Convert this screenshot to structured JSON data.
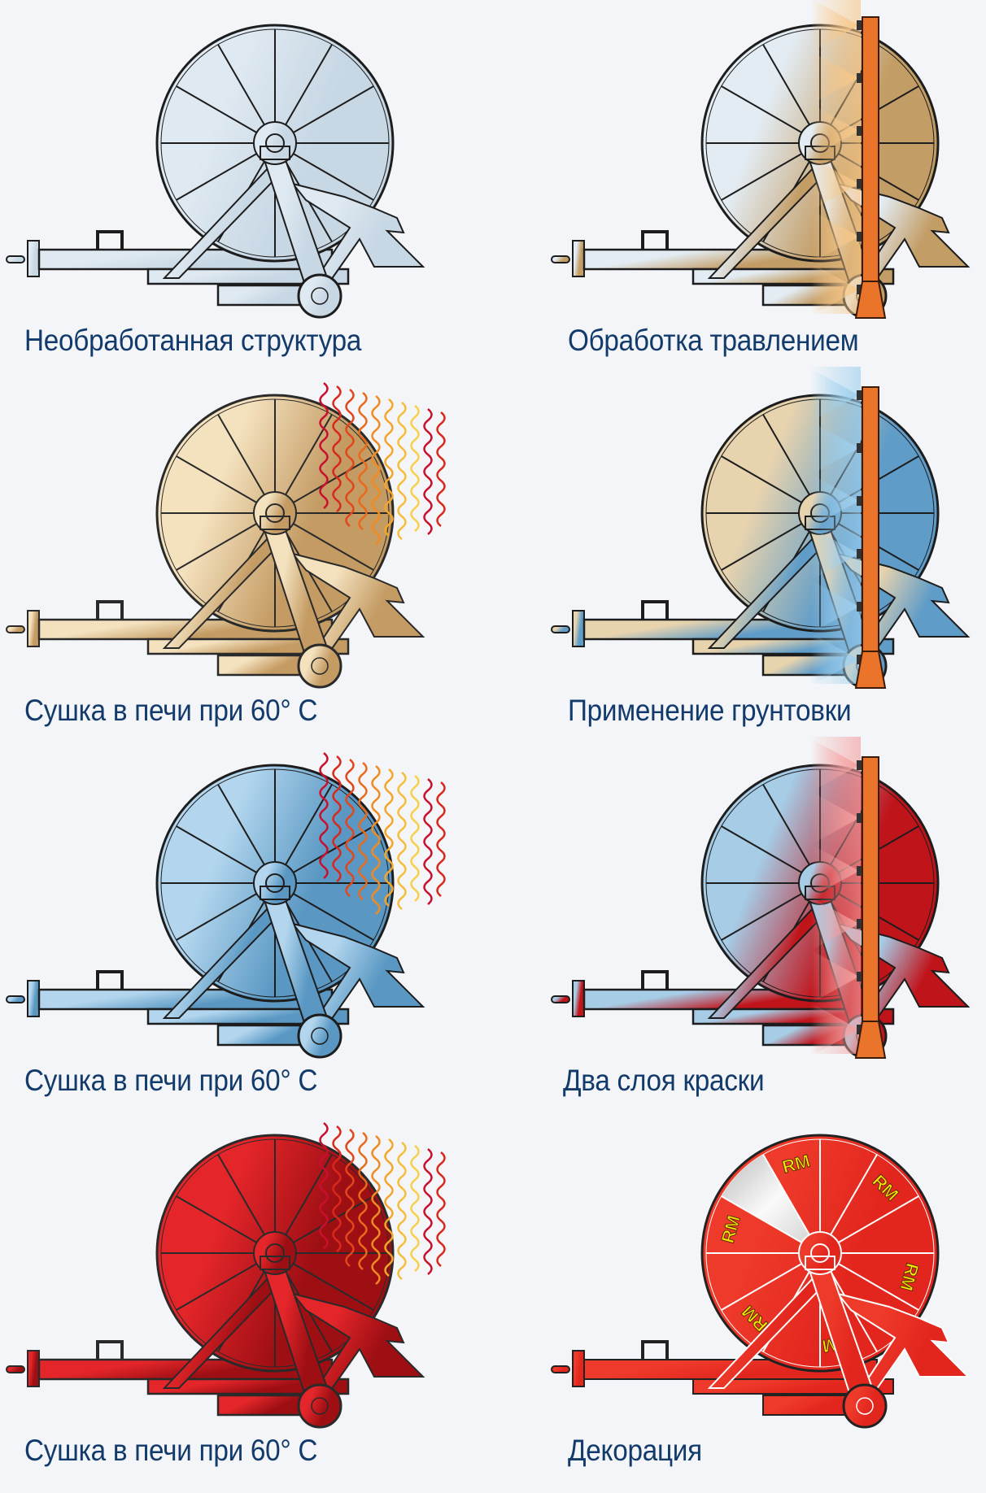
{
  "steps": [
    {
      "caption": "Необработанная структура",
      "reel_color": "#dfe9f1",
      "reel_color_2": "#c7d7e4",
      "stroke": "#1d1d1d",
      "effect": "none"
    },
    {
      "caption": "Обработка травлением",
      "reel_color": "#e3ecf3",
      "reel_color_2": "#c39d66",
      "stroke": "#1d1d1d",
      "effect": "spray",
      "spray_color": "#f7c88a"
    },
    {
      "caption": "Сушка в печи при 60° C",
      "reel_color": "#f4e2bf",
      "reel_color_2": "#c49b63",
      "stroke": "#2a2a2a",
      "effect": "heat"
    },
    {
      "caption": "Применение грунтовки",
      "reel_color": "#e7d3ae",
      "reel_color_2": "#5f9cc8",
      "stroke": "#1d1d1d",
      "effect": "spray",
      "spray_color": "#9fd0ef"
    },
    {
      "caption": "Сушка в печи при 60° C",
      "reel_color": "#b3d6ee",
      "reel_color_2": "#5a98c3",
      "stroke": "#1d1d1d",
      "effect": "heat"
    },
    {
      "caption": "Два слоя краски",
      "reel_color": "#a6cce6",
      "reel_color_2": "#c0141b",
      "stroke": "#1d1d1d",
      "effect": "spray",
      "spray_color": "#f4a0a0"
    },
    {
      "caption": "Сушка в печи при 60° C",
      "reel_color": "#e4262a",
      "reel_color_2": "#9e0f14",
      "stroke": "#2a2a2a",
      "effect": "heat"
    },
    {
      "caption": "Декорация",
      "reel_color": "#ee3a2a",
      "reel_color_2": "#e2261e",
      "stroke": "#ffffff",
      "effect": "logos",
      "logo_text": "RM",
      "logo_color": "#ffe600"
    }
  ]
}
